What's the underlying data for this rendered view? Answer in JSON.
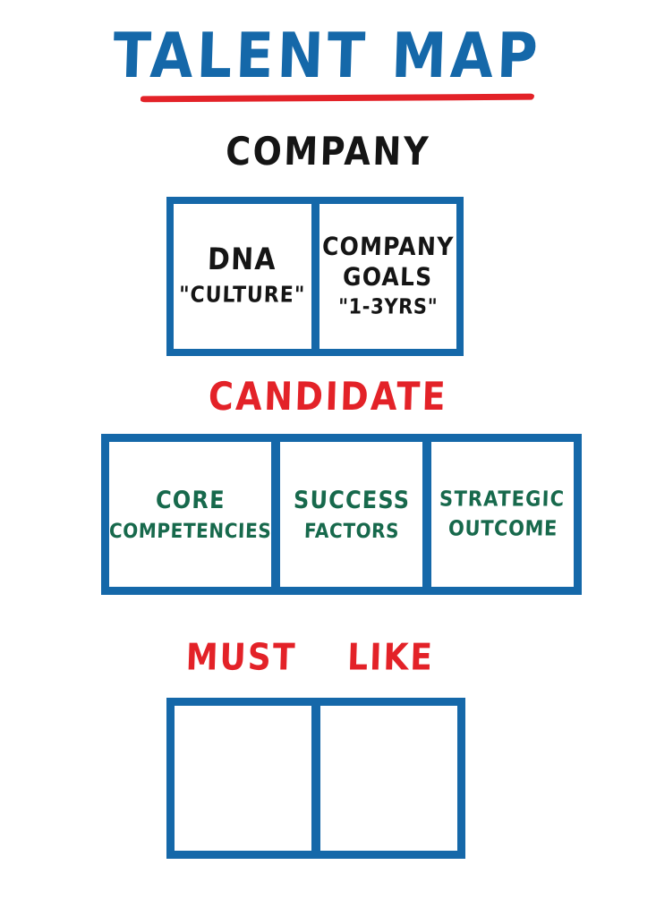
{
  "title": {
    "text": "TALENT MAP",
    "color": "#1568A9",
    "underline_color": "#E32228"
  },
  "colors": {
    "blue": "#1568A9",
    "red": "#E32228",
    "green": "#17694C",
    "black": "#151515",
    "background": "#FFFFFF"
  },
  "sections": [
    {
      "id": "company",
      "header": "COMPANY",
      "header_color": "#151515",
      "cells": [
        {
          "line1": "DNA",
          "line2": "\"CULTURE\"",
          "line3": ""
        },
        {
          "line1": "COMPANY",
          "line2": "GOALS",
          "line3": "\"1-3YRS\""
        }
      ]
    },
    {
      "id": "candidate",
      "header": "CANDIDATE",
      "header_color": "#E32228",
      "cells": [
        {
          "line1": "CORE",
          "line2": "COMPETENCIES"
        },
        {
          "line1": "SUCCESS",
          "line2": "FACTORS"
        },
        {
          "line1": "STRATEGIC",
          "line2": "OUTCOME"
        }
      ]
    },
    {
      "id": "mustlike",
      "labels": [
        "MUST",
        "LIKE"
      ],
      "label_color": "#E32228",
      "cells": [
        {
          "line1": "",
          "line2": ""
        },
        {
          "line1": "",
          "line2": ""
        }
      ]
    }
  ]
}
